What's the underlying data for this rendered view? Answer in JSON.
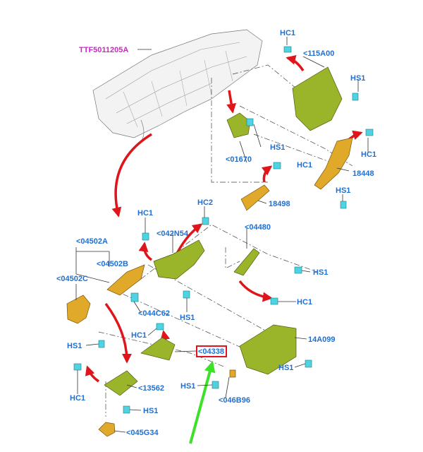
{
  "diagram": {
    "main_part": "TTF5011205A",
    "labels": {
      "hc1_top": "HC1",
      "p115a00": "<115A00",
      "hs1_115a00": "HS1",
      "p01670": "<01670",
      "hs1_01670": "HS1",
      "hc1_18448": "HC1",
      "p18448": "18448",
      "hs1_18448": "HS1",
      "hc1_18498": "HC1",
      "p18498": "18498",
      "hc1_042n54": "HC1",
      "hc2": "HC2",
      "p042n54": "<042N54",
      "p04480": "<04480",
      "hs1_04480": "HS1",
      "hc1_04480": "HC1",
      "p04502a": "<04502A",
      "p04502b": "<04502B",
      "p04502c": "<04502C",
      "p044c62": "<044C62",
      "hs1_042n54": "HS1",
      "hs1_04502c": "HS1",
      "hc1_04338": "HC1",
      "p04338": "<04338",
      "p14a099": "14A099",
      "hs1_14a099": "HS1",
      "hs1_046b96": "HS1",
      "p046b96": "<046B96",
      "p13562": "<13562",
      "hc1_13562": "HC1",
      "hs1_13562": "HS1",
      "p045g34": "<045G34"
    },
    "colors": {
      "label_blue": "#1f6fd1",
      "main_magenta": "#d81fd0",
      "arrow_red": "#e0141b",
      "arrow_green": "#3ee02a",
      "part_green": "#9bb52a",
      "part_orange": "#e0a92a",
      "clip_cyan": "#4fd3e0",
      "highlight_box": "#e0141b"
    }
  }
}
